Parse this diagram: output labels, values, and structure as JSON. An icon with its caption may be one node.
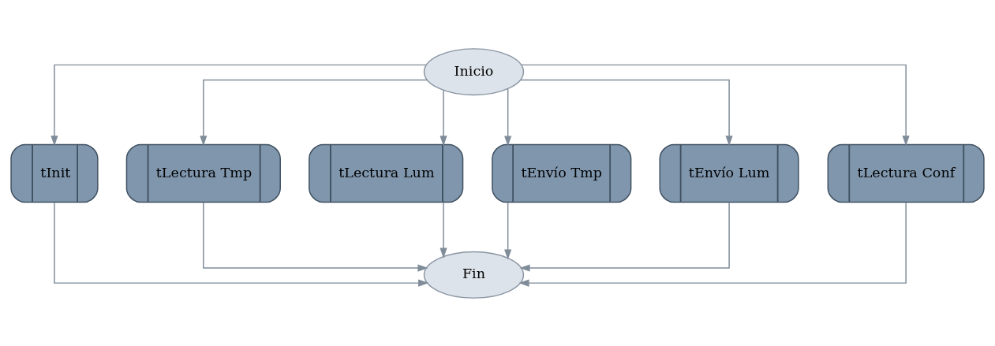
{
  "diagram": {
    "nodes": [
      {
        "text": [
          "Inicio"
        ]
      },
      {
        "text": [
          "tInit"
        ]
      },
      {
        "text": [
          "tLectura Tmp"
        ]
      },
      {
        "text": [
          "tLectura Lum"
        ]
      },
      {
        "text": [
          "tEnvío Tmp"
        ]
      },
      {
        "text": [
          "tEnvío Lum"
        ]
      },
      {
        "text": [
          "tLectura Conf"
        ]
      },
      {
        "text": [
          "Fin"
        ]
      }
    ],
    "edges": [
      {
        "from": 0,
        "to": 1,
        "arrow": "to"
      },
      {
        "from": 0,
        "to": 2,
        "arrow": "to"
      },
      {
        "from": 0,
        "to": 3,
        "arrow": "to"
      },
      {
        "from": 0,
        "to": 4,
        "arrow": "to"
      },
      {
        "from": 0,
        "to": 5,
        "arrow": "to"
      },
      {
        "from": 0,
        "to": 6,
        "arrow": "to"
      },
      {
        "from": 1,
        "to": 7,
        "arrow": "to"
      },
      {
        "from": 2,
        "to": 7,
        "arrow": "to"
      },
      {
        "from": 3,
        "to": 7,
        "arrow": "to"
      },
      {
        "from": 4,
        "to": 7,
        "arrow": "to"
      },
      {
        "from": 5,
        "to": 7,
        "arrow": "to"
      },
      {
        "from": 6,
        "to": 7,
        "arrow": "to"
      }
    ]
  }
}
